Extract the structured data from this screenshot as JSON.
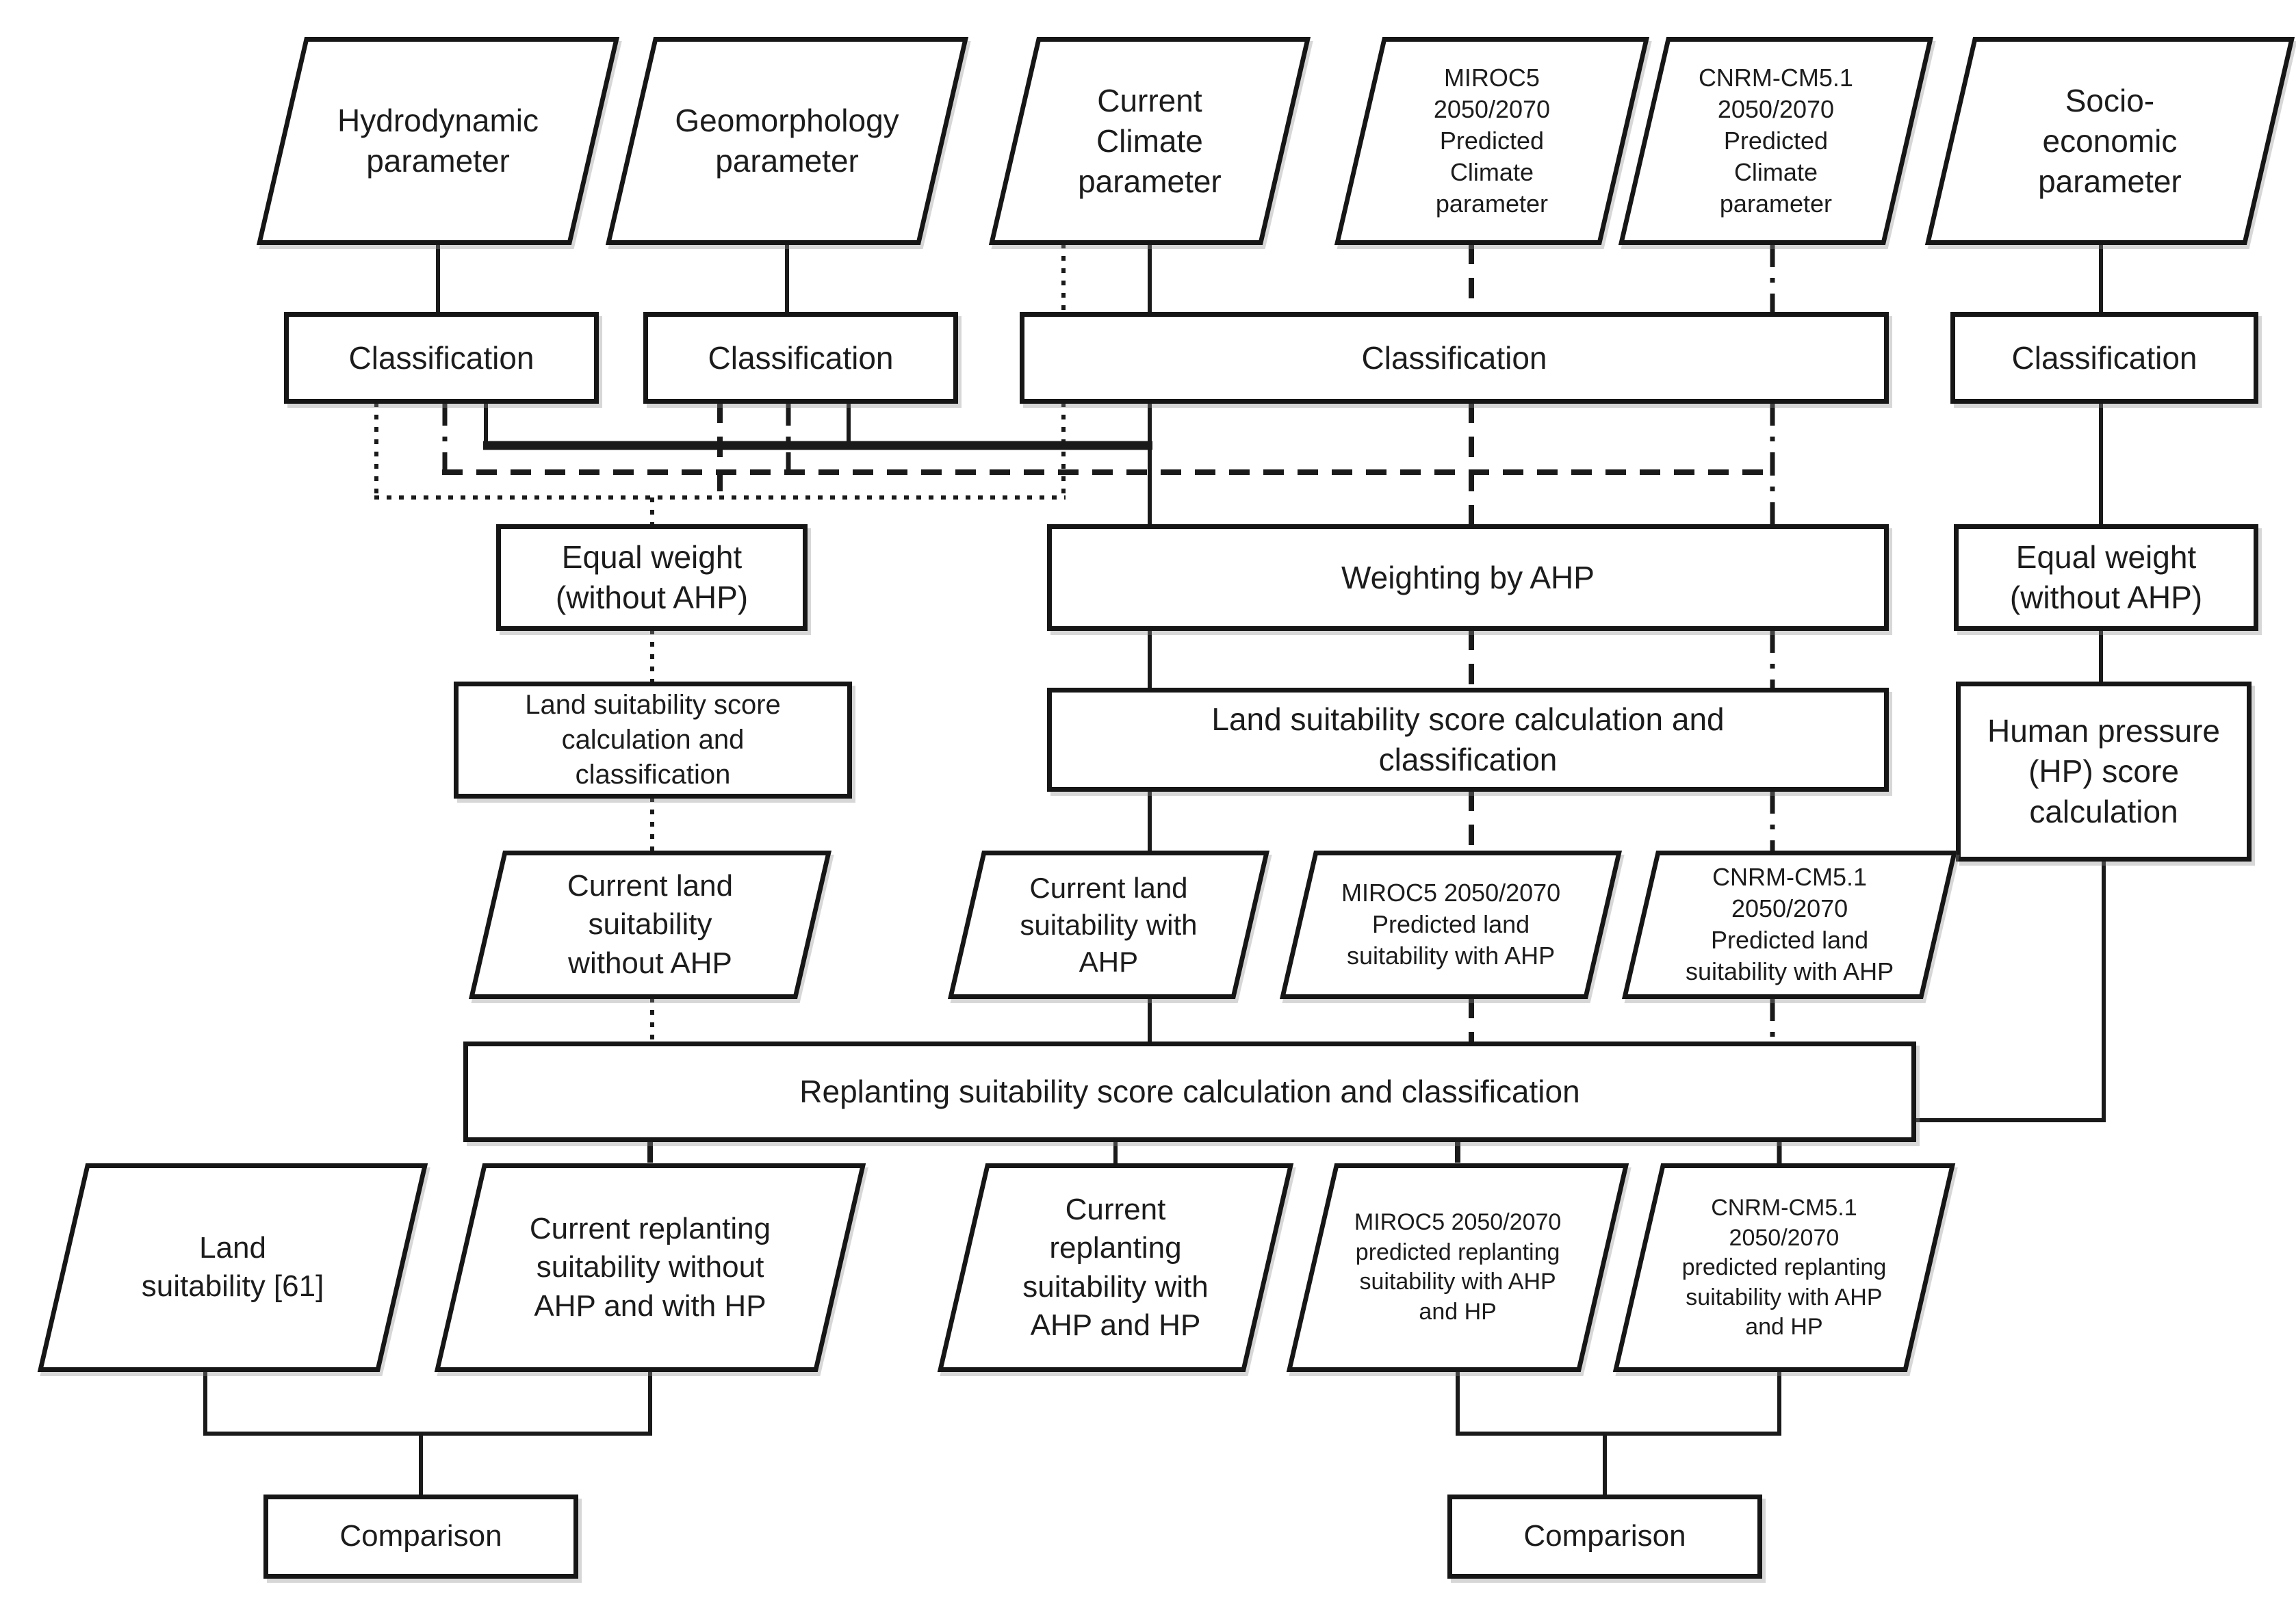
{
  "figure": {
    "background_color": "#ffffff",
    "line_color": "#1a1a1a",
    "description": "Flowchart of replanting suitability methodology"
  },
  "nodes": {
    "hydrodynamic_param": {
      "shape": "parallelogram",
      "label": "Hydrodynamic\nparameter"
    },
    "geomorphology_param": {
      "shape": "parallelogram",
      "label": "Geomorphology\nparameter"
    },
    "current_climate_param": {
      "shape": "parallelogram",
      "label": "Current\nClimate\nparameter"
    },
    "miroc5_climate_param": {
      "shape": "parallelogram",
      "label": "MIROC5\n2050/2070\nPredicted\nClimate\nparameter"
    },
    "cnrm_climate_param": {
      "shape": "parallelogram",
      "label": "CNRM-CM5.1\n2050/2070\nPredicted\nClimate\nparameter"
    },
    "socio_economic_param": {
      "shape": "parallelogram",
      "label": "Socio-\neconomic\nparameter"
    },
    "classification_hydro": {
      "shape": "process",
      "label": "Classification"
    },
    "classification_geo": {
      "shape": "process",
      "label": "Classification"
    },
    "classification_climate": {
      "shape": "process",
      "label": "Classification"
    },
    "classification_socio": {
      "shape": "process",
      "label": "Classification"
    },
    "equal_weight_left": {
      "shape": "process",
      "label": "Equal weight\n(without AHP)"
    },
    "weighting_by_ahp": {
      "shape": "process",
      "label": "Weighting by AHP"
    },
    "equal_weight_right": {
      "shape": "process",
      "label": "Equal weight\n(without AHP)"
    },
    "land_score_no_ahp": {
      "shape": "process",
      "label": "Land suitability score\ncalculation and\nclassification"
    },
    "land_score_ahp": {
      "shape": "process",
      "label": "Land suitability score calculation and\nclassification"
    },
    "human_pressure": {
      "shape": "process",
      "label": "Human pressure\n(HP) score\ncalculation"
    },
    "current_ls_no_ahp": {
      "shape": "parallelogram",
      "label": "Current land\nsuitability\nwithout AHP"
    },
    "current_ls_ahp": {
      "shape": "parallelogram",
      "label": "Current land\nsuitability with\nAHP"
    },
    "miroc5_ls_ahp": {
      "shape": "parallelogram",
      "label": "MIROC5 2050/2070\nPredicted land\nsuitability with AHP"
    },
    "cnrm_ls_ahp": {
      "shape": "parallelogram",
      "label": "CNRM-CM5.1\n2050/2070\nPredicted land\nsuitability with AHP"
    },
    "replanting_score": {
      "shape": "process",
      "label": "Replanting suitability score calculation and classification"
    },
    "land_suitability_61": {
      "shape": "parallelogram",
      "label": "Land\nsuitability [61]"
    },
    "current_repl_no_ahp": {
      "shape": "parallelogram",
      "label": "Current replanting\nsuitability without\nAHP and with HP"
    },
    "current_repl_ahp": {
      "shape": "parallelogram",
      "label": "Current\nreplanting\nsuitability with\nAHP and HP"
    },
    "miroc5_repl": {
      "shape": "parallelogram",
      "label": "MIROC5 2050/2070\npredicted replanting\nsuitability with AHP\nand HP"
    },
    "cnrm_repl": {
      "shape": "parallelogram",
      "label": "CNRM-CM5.1\n2050/2070\npredicted replanting\nsuitability with AHP\nand HP"
    },
    "comparison_left": {
      "shape": "process",
      "label": "Comparison"
    },
    "comparison_right": {
      "shape": "process",
      "label": "Comparison"
    }
  },
  "line_styles": {
    "solid": "current with AHP path",
    "dotted": "current without AHP path",
    "dashed": "MIROC5 predicted path",
    "dash_dot": "CNRM-CM5.1 predicted path"
  }
}
